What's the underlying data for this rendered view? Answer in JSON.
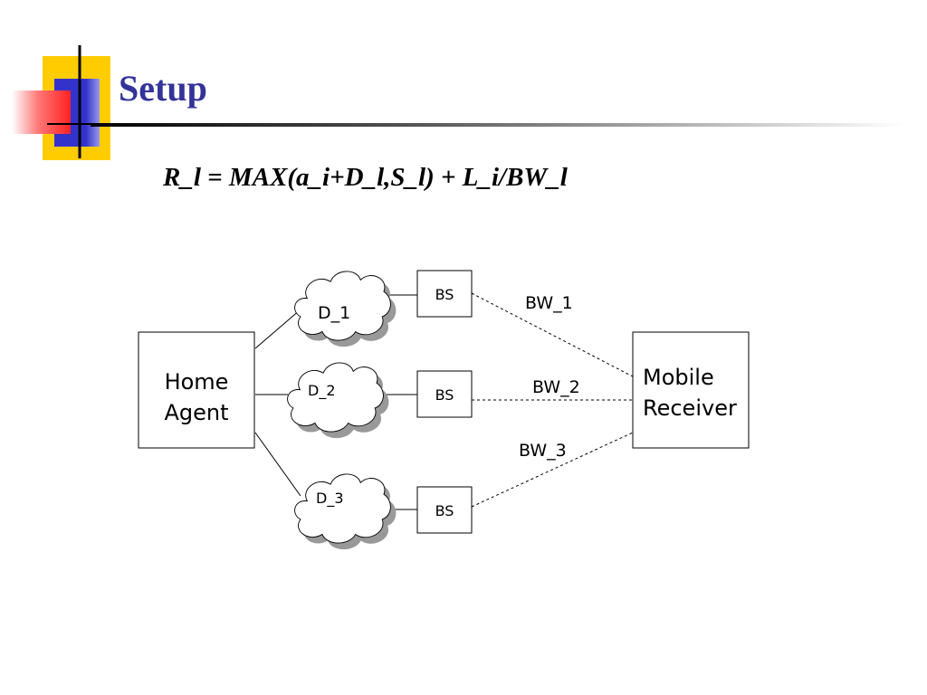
{
  "slide": {
    "title": "Setup",
    "formula": "R_l = MAX(a_i+D_l,S_l) + L_i/BW_l"
  },
  "diagram": {
    "home_agent": {
      "line1": "Home",
      "line2": "Agent"
    },
    "mobile_receiver": {
      "line1": "Mobile",
      "line2": "Receiver"
    },
    "clouds": [
      "D_1",
      "D_2",
      "D_3"
    ],
    "base_stations": [
      "BS",
      "BS",
      "BS"
    ],
    "links": [
      "BW_1",
      "BW_2",
      "BW_3"
    ]
  },
  "colors": {
    "title": "#333399",
    "logo_yellow": "#ffcc00",
    "logo_red": "#ff3333",
    "logo_blue": "#3333cc",
    "cloud_shadow": "#999999"
  }
}
